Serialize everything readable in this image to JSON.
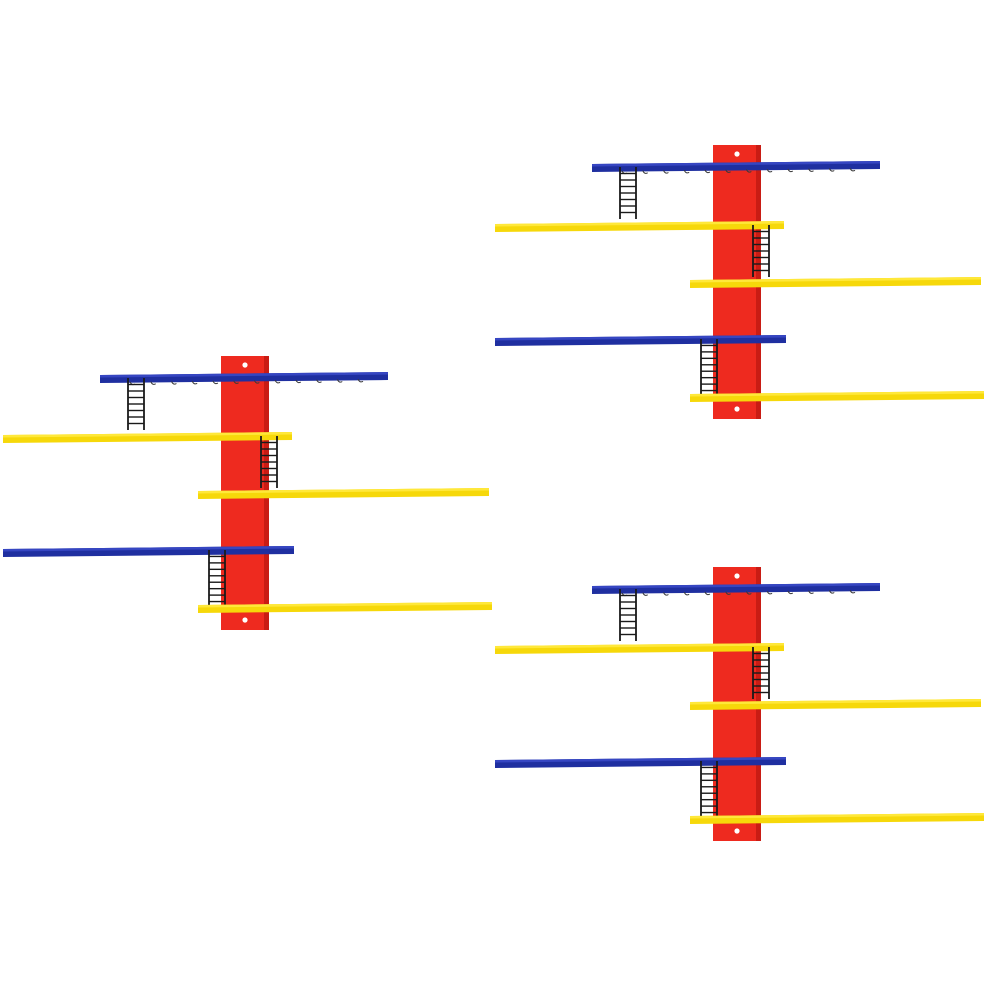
{
  "scene": {
    "subject": "wall-shelf-units",
    "unit_count": 3,
    "colors": {
      "background": "#ffffff",
      "post": "#ee2a1f",
      "post_edge": "#c91c14",
      "blue_shelf": "#1f2fa0",
      "blue_shelf_top": "#3646c2",
      "yellow_shelf": "#f6d80a",
      "yellow_shelf_top": "#ffe83a",
      "ladder": "#1a1a1a",
      "screw": "#ffffff"
    },
    "shelf_pattern": [
      "blue",
      "yellow",
      "yellow",
      "blue",
      "yellow"
    ]
  }
}
